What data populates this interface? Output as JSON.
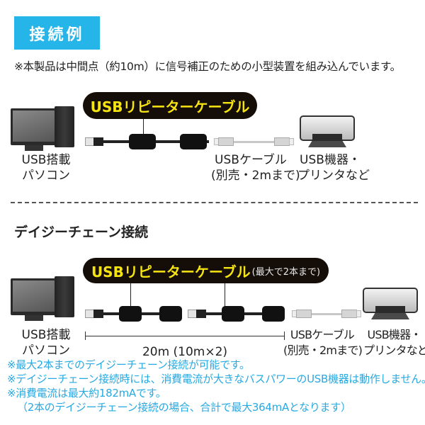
{
  "header": {
    "title": "接続例"
  },
  "note": "※本製品は中間点（約10m）に信号補正のための小型装置を組み込んでいます。",
  "section1": {
    "cable_label": "USBリピーターケーブル",
    "pc_label": [
      "USB搭載",
      "パソコン"
    ],
    "usb_cable_label": [
      "USBケーブル",
      "(別売・2mまで)"
    ],
    "device_label": [
      "USB機器・",
      "プリンタなど"
    ]
  },
  "section2": {
    "title": "デイジーチェーン接続",
    "cable_label": "USBリピーターケーブル",
    "cable_sub": "(最大で2本まで)",
    "pc_label": [
      "USB搭載",
      "パソコン"
    ],
    "length_label": "20m (10m×2)",
    "usb_cable_label": [
      "USBケーブル",
      "(別売・2mまで)"
    ],
    "device_label": [
      "USB機器・",
      "プリンタなど"
    ]
  },
  "notes": [
    "※最大2本までのデイジーチェーン接続が可能です。",
    "※デイジーチェーン接続時には、消費電流が大きなバスパワーのUSB機器は動作しません。",
    "※消費電流は最大約182mAです。",
    "（2本のデイジーチェーン接続の場合、合計で最大364mAとなります）"
  ],
  "colors": {
    "accent": "#25b5e9",
    "pill": "#140d08",
    "pill_text": "#f5e312",
    "note_blue": "#27a9e1"
  }
}
